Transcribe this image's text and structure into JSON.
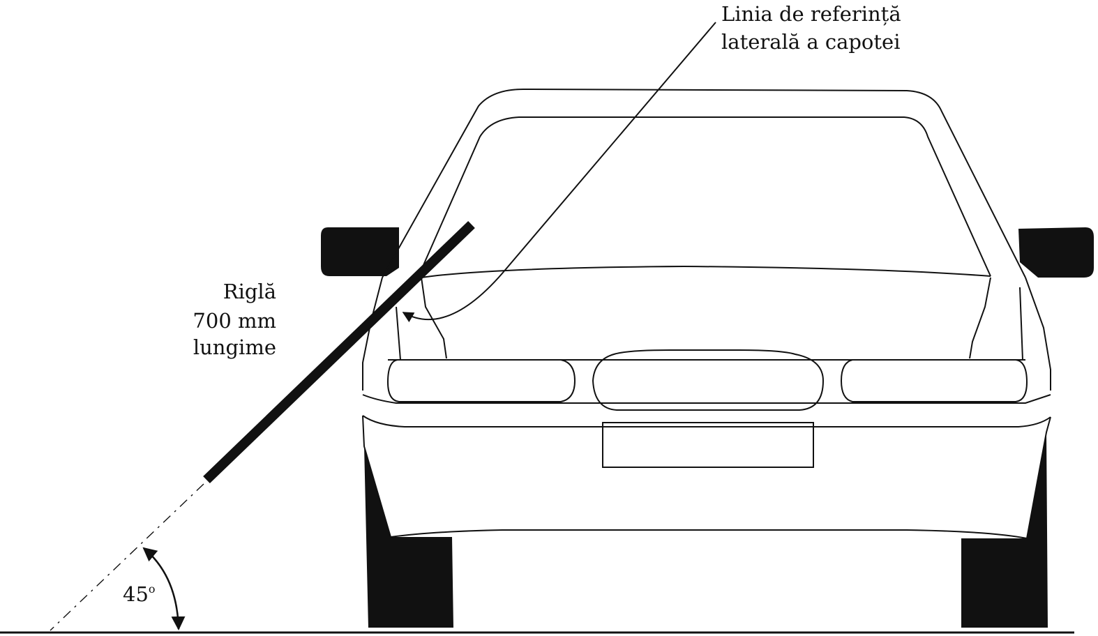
{
  "labels": {
    "reference_line_l1": "Linia de referință",
    "reference_line_l2": "laterală a capotei",
    "ruler_l1": "Riglă",
    "ruler_l2": "700 mm",
    "ruler_l3": "lungime",
    "angle_value": "45",
    "angle_unit": "o"
  },
  "colors": {
    "ink": "#111111",
    "paper": "#ffffff"
  }
}
